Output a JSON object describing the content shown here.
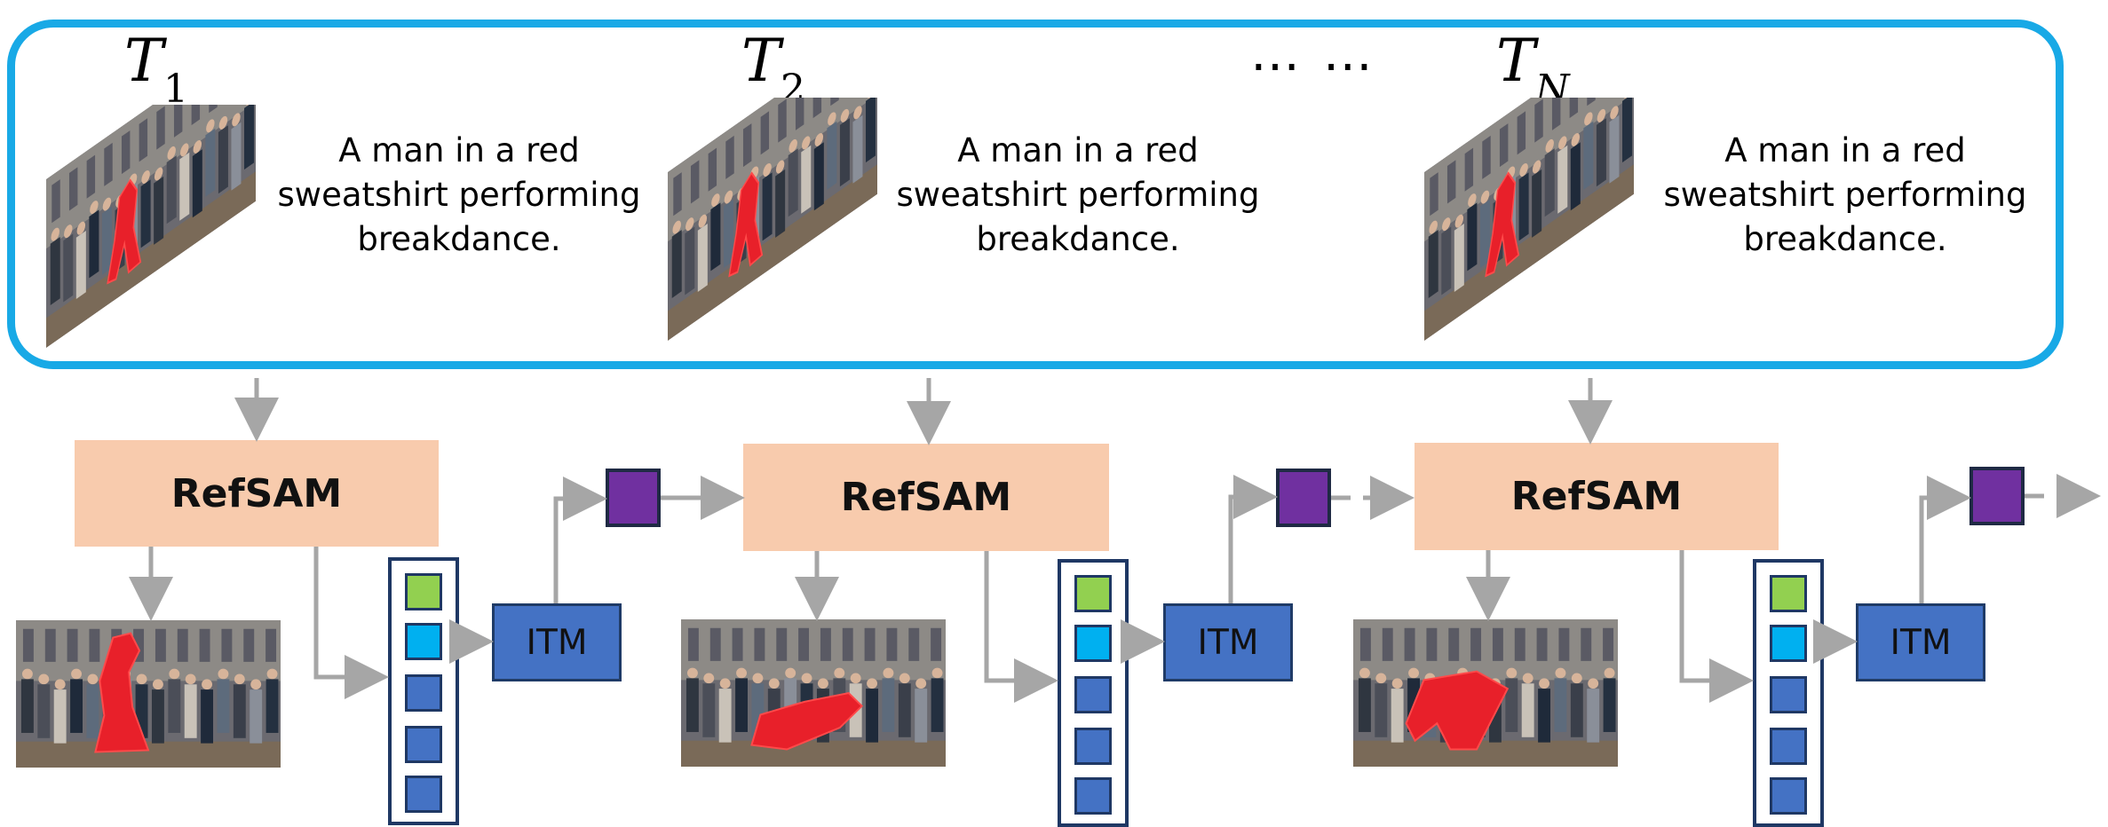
{
  "colors": {
    "frame_border": "#18a9e6",
    "refsam_fill": "#f8cbad",
    "itm_fill": "#4472c4",
    "token_green": "#92d050",
    "token_cyan": "#00b0f0",
    "token_blue": "#4472c4",
    "output_purple": "#7030a0",
    "arrow_gray": "#a6a6a6"
  },
  "ellipsis": "⋯ ⋯",
  "frames": [
    {
      "label": "T",
      "subscript": "1",
      "caption": "A man in a red sweatshirt performing breakdance.",
      "refsam_label": "RefSAM",
      "itm_label": "ITM"
    },
    {
      "label": "T",
      "subscript": "2",
      "caption": "A man in a red sweatshirt performing breakdance.",
      "refsam_label": "RefSAM",
      "itm_label": "ITM"
    },
    {
      "label": "T",
      "subscript": "N",
      "caption": "A man in a red sweatshirt performing breakdance.",
      "refsam_label": "RefSAM",
      "itm_label": "ITM"
    }
  ]
}
